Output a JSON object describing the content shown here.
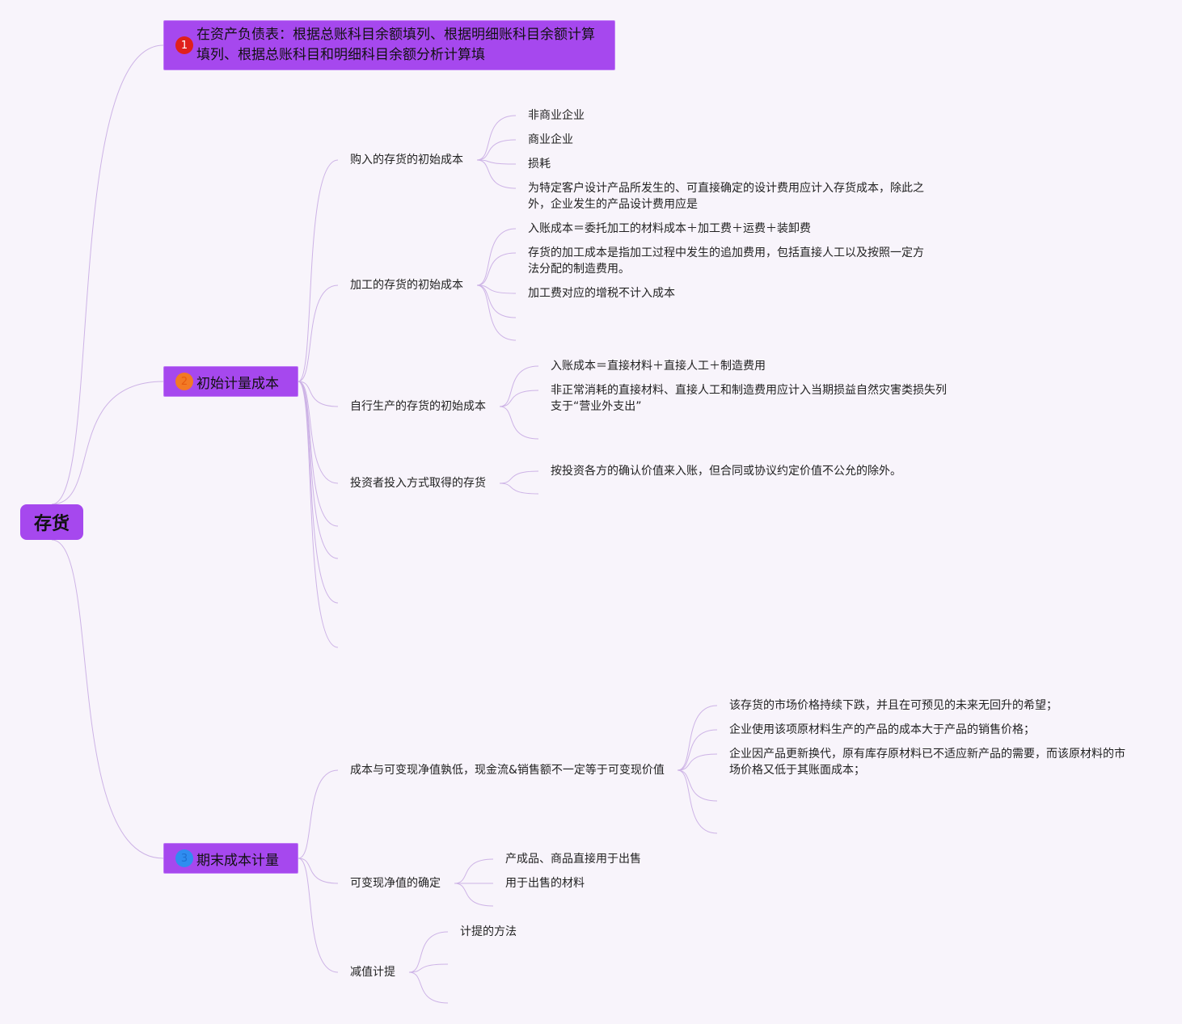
{
  "root": {
    "title": "存货"
  },
  "branches": [
    {
      "badge": "1",
      "label": "在资产负债表：根据总账科目余额填列、根据明细账科目余额计算填列、根据总账科目和明细科目余额分析计算填"
    },
    {
      "badge": "2",
      "label": "初始计量成本",
      "children": [
        {
          "label": "购入的存货的初始成本",
          "leaves": [
            "非商业企业",
            "商业企业",
            "损耗",
            "为特定客户设计产品所发生的、可直接确定的设计费用应计入存货成本，除此之外，企业发生的产品设计费用应是"
          ]
        },
        {
          "label": "加工的存货的初始成本",
          "leaves": [
            "入账成本＝委托加工的材料成本＋加工费＋运费＋装卸费",
            "存货的加工成本是指加工过程中发生的追加费用，包括直接人工以及按照一定方法分配的制造费用。",
            "加工费对应的增税不计入成本"
          ]
        },
        {
          "label": "自行生产的存货的初始成本",
          "leaves": [
            "入账成本＝直接材料＋直接人工＋制造费用",
            "非正常消耗的直接材料、直接人工和制造费用应计入当期损益自然灾害类损失列支于“营业外支出”"
          ]
        },
        {
          "label": "投资者投入方式取得的存货",
          "leaves": [
            "按投资各方的确认价值来入账，但合同或协议约定价值不公允的除外。"
          ]
        }
      ]
    },
    {
      "badge": "3",
      "label": "期末成本计量",
      "children": [
        {
          "label": "成本与可变现净值孰低，现金流&销售额不一定等于可变现价值",
          "leaves": [
            "该存货的市场价格持续下跌，并且在可预见的未来无回升的希望；",
            "企业使用该项原材料生产的产品的成本大于产品的销售价格；",
            "企业因产品更新换代，原有库存原材料已不适应新产品的需要，而该原材料的市场价格又低于其账面成本；"
          ]
        },
        {
          "label": "可变现净值的确定",
          "leaves": [
            "产成品、商品直接用于出售",
            "用于出售的材料"
          ]
        },
        {
          "label": "减值计提",
          "leaves": [
            "计提的方法"
          ]
        }
      ]
    }
  ],
  "colors": {
    "node": "#a648ee",
    "line": "#cdb3e6",
    "background": "#f8f4fb"
  }
}
